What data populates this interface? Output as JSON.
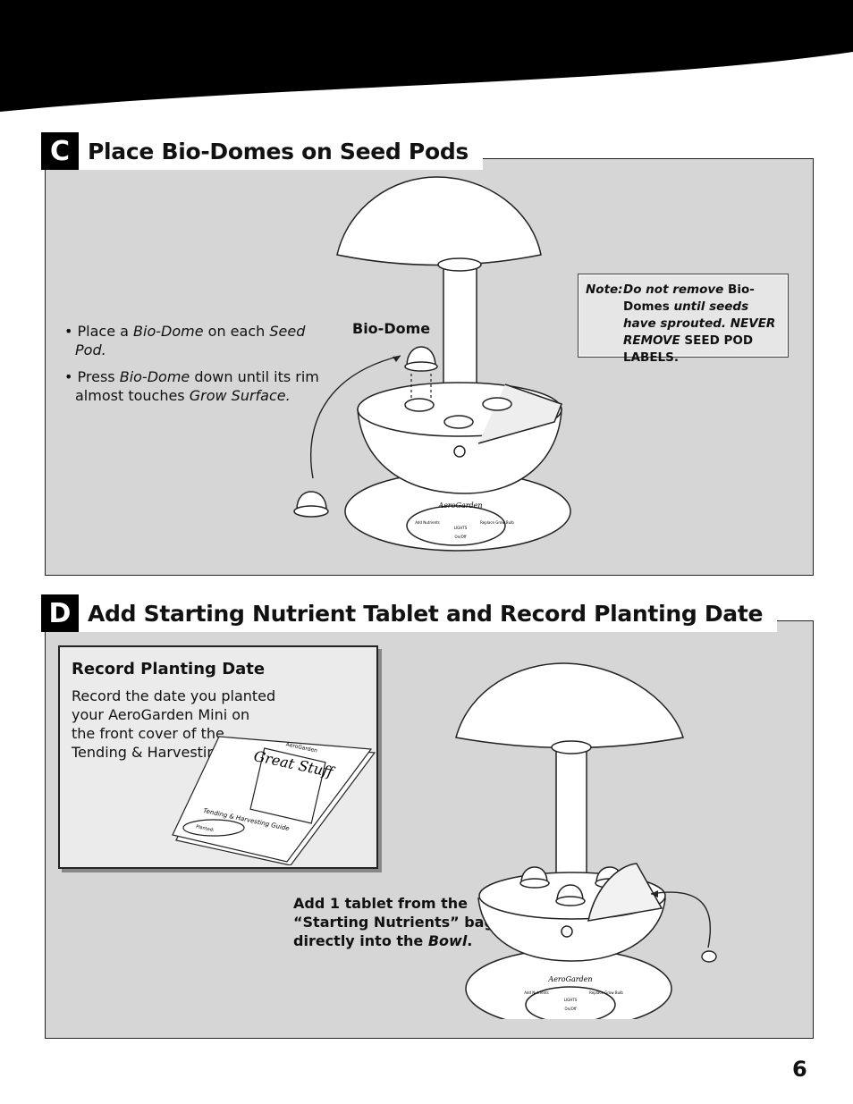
{
  "section_c": {
    "letter": "C",
    "title": "Place Bio-Domes on Seed Pods",
    "bullet_1_a": "• Place a ",
    "bullet_1_b": "Bio-Dome",
    "bullet_1_c": " on each ",
    "bullet_1_d": "Seed Pod.",
    "bullet_2_a": "• Press ",
    "bullet_2_b": "Bio-Dome",
    "bullet_2_c": " down until its rim almost touches ",
    "bullet_2_d": "Grow Surface.",
    "bio_dome_label": "Bio-Dome",
    "note_label": "Note:",
    "note_italic_1": "Do not remove",
    "note_bold_1": " Bio-Domes ",
    "note_italic_2": "until seeds have sprouted. NEVER REMOVE",
    "note_bold_2": " SEED POD LABELS."
  },
  "section_d": {
    "letter": "D",
    "title": "Add Starting Nutrient Tablet and Record Planting Date",
    "record_title": "Record Planting Date",
    "record_text": "Record the date you planted your AeroGarden Mini on the front cover of the Tending & Harvesting Guide.",
    "tablet_text_a": "Add 1 tablet from the “Starting Nutrients” bag directly into the ",
    "tablet_text_b": "Bowl",
    "tablet_text_c": "."
  },
  "device": {
    "brand": "AeroGarden",
    "add_nutrients": "Add Nutrients",
    "replace_grow_bulb": "Replace Grow Bulb",
    "lights": "LIGHTS",
    "on_off": "On/Off"
  },
  "guide": {
    "brand": "AeroGarden",
    "cover_title": "Great Stuff",
    "cover_subtitle": "Tending & Harvesting Guide",
    "date_label": "Planted:"
  },
  "page_number": "6"
}
